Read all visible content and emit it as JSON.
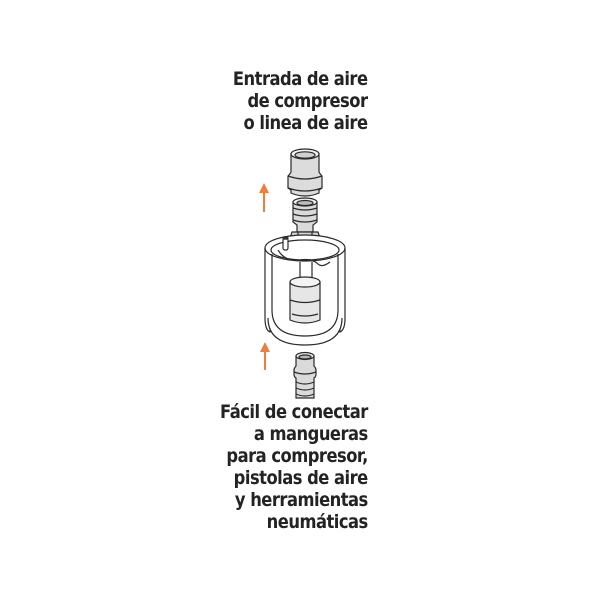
{
  "captions": {
    "top": {
      "lines": [
        "Entrada de aire",
        "de compresor",
        "o linea de aire"
      ]
    },
    "bottom": {
      "lines": [
        "Fácil de conectar",
        "a mangueras",
        "para compresor,",
        "pistolas de aire",
        "y herramientas",
        "neumáticas"
      ]
    }
  },
  "illustration": {
    "subject": "air-line-filter-connector-assembly",
    "parts": [
      "female-coupler",
      "male-plug-fitting",
      "filter-bowl",
      "hose-barb-fitting"
    ],
    "arrows": [
      {
        "name": "arrow-up-top",
        "direction": "up"
      },
      {
        "name": "arrow-up-bottom",
        "direction": "up"
      }
    ],
    "colors": {
      "arrow": "#f07d3a",
      "stroke": "#2a2a2a",
      "fill_light": "#e6e6e6",
      "fill_mid": "#cfcfcf",
      "text": "#232323"
    }
  }
}
